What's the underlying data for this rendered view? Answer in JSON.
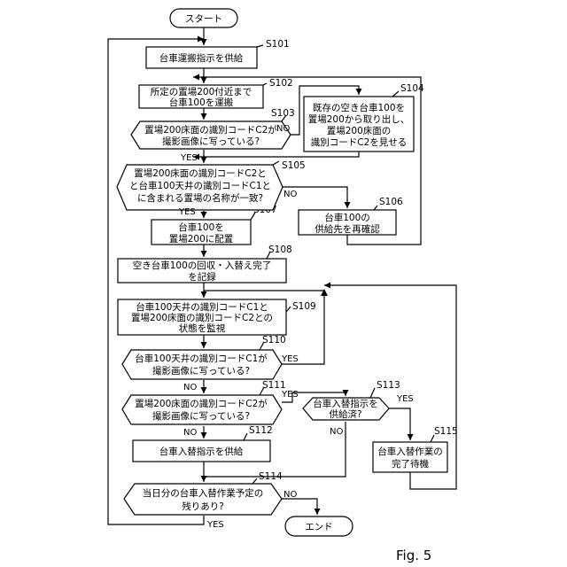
{
  "terminals": {
    "start": "スタート",
    "end": "エンド"
  },
  "steps": {
    "s101": {
      "id": "S101",
      "lines": [
        "台車運搬指示を供給"
      ]
    },
    "s102": {
      "id": "S102",
      "lines": [
        "所定の置場200付近まで",
        "台車100を運搬"
      ]
    },
    "s103": {
      "id": "S103",
      "lines": [
        "置場200床面の識別コードC2が",
        "撮影画像に写っている?"
      ]
    },
    "s104": {
      "id": "S104",
      "lines": [
        "既存の空き台車100を",
        "置場200から取り出し、",
        "置場200床面の",
        "識別コードC2を見せる"
      ]
    },
    "s105": {
      "id": "S105",
      "lines": [
        "置場200床面の識別コードC2と",
        "と台車100天井の識別コードC1と",
        "に含まれる置場の名称が一致?"
      ]
    },
    "s106": {
      "id": "S106",
      "lines": [
        "台車100の",
        "供給先を再確認"
      ]
    },
    "s107": {
      "id": "S107",
      "lines": [
        "台車100を",
        "置場200に配置"
      ]
    },
    "s108": {
      "id": "S108",
      "lines": [
        "空き台車100の回収・入替え完了",
        "を記録"
      ]
    },
    "s109": {
      "id": "S109",
      "lines": [
        "台車100天井の識別コードC1と",
        "置場200床面の識別コードC2との",
        "状態を監視"
      ]
    },
    "s110": {
      "id": "S110",
      "lines": [
        "台車100天井の識別コードC1が",
        "撮影画像に写っている?"
      ]
    },
    "s111": {
      "id": "S111",
      "lines": [
        "置場200床面の識別コードC2が",
        "撮影画像に写っている?"
      ]
    },
    "s112": {
      "id": "S112",
      "lines": [
        "台車入替指示を供給"
      ]
    },
    "s113": {
      "id": "S113",
      "lines": [
        "台車入替指示を",
        "供給済?"
      ]
    },
    "s114": {
      "id": "S114",
      "lines": [
        "当日分の台車入替作業予定の",
        "残りあり?"
      ]
    },
    "s115": {
      "id": "S115",
      "lines": [
        "台車入替作業の",
        "完了待機"
      ]
    }
  },
  "branch_labels": {
    "s103_yes": "YES",
    "s103_no": "NO",
    "s105_yes": "YES",
    "s105_no": "NO",
    "s110_yes": "YES",
    "s110_no": "NO",
    "s111_yes": "YES",
    "s111_no": "NO",
    "s113_yes": "YES",
    "s113_no": "NO",
    "s114_yes": "YES",
    "s114_no": "NO"
  },
  "figure_label": "Fig. 5"
}
